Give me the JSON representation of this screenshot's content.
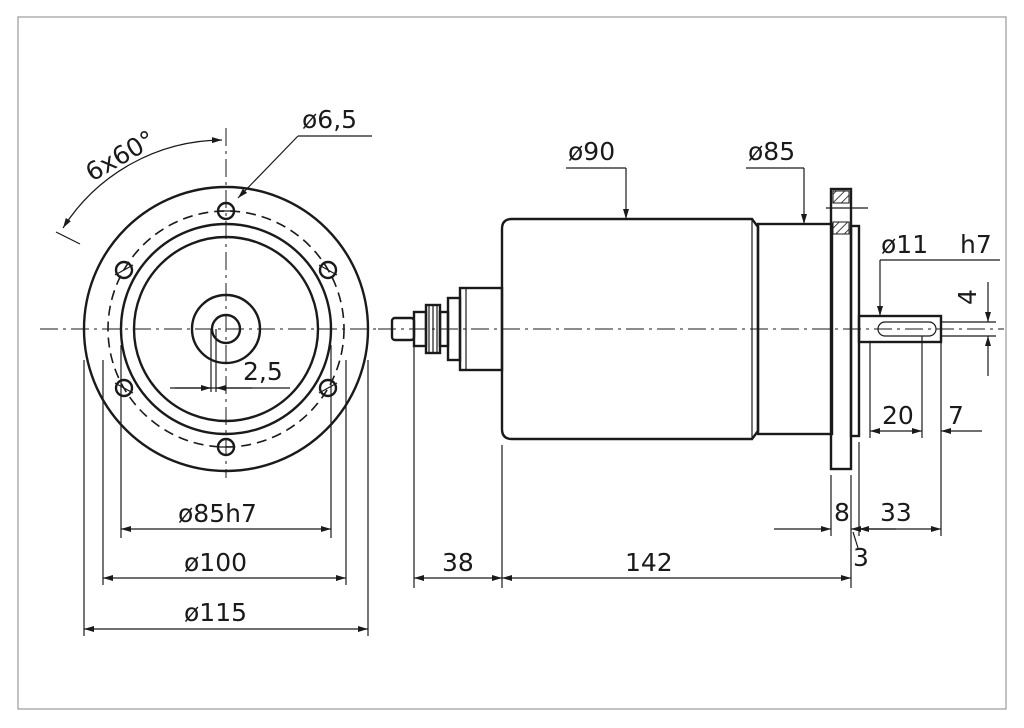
{
  "drawing": {
    "front_view": {
      "bolt_pattern": "6x60°",
      "hole_diameter": "ø6,5",
      "keyway_width": "2,5",
      "pilot_diameter": "ø85h7",
      "bolt_circle_diameter": "ø100",
      "flange_diameter": "ø115"
    },
    "side_view": {
      "body_diameter": "ø90",
      "neck_diameter": "ø85",
      "shaft_diameter": "ø11",
      "shaft_tolerance": "h7",
      "key_width": "4",
      "key_length": "20",
      "key_offset": "7",
      "flange_thickness": "8",
      "shaft_length": "33",
      "flange_gap": "3",
      "rear_length": "38",
      "body_length": "142"
    }
  }
}
